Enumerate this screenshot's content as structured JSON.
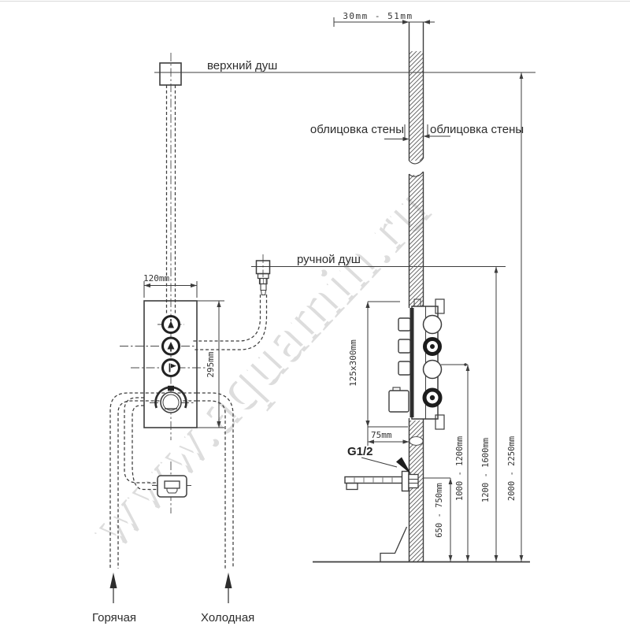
{
  "diagram": {
    "watermark": "www.aquamin.ru",
    "labels": {
      "wall_thickness": "30mm - 51mm",
      "overhead_shower": "верхний душ",
      "wall_cladding_left": "облицовка стены",
      "wall_cladding_right": "облицовка стены",
      "hand_shower": "ручной душ",
      "panel_width": "120mm",
      "panel_height": "295mm",
      "recess_box_size": "125x300mm",
      "recess_box_depth": "75mm",
      "spout_thread": "G1/2",
      "hot_supply": "Горячая",
      "cold_supply": "Холодная"
    },
    "dimensions": {
      "spout_height": "650 - 750mm",
      "mixer_height": "1000 - 1200mm",
      "hand_shower_height": "1200 - 1600mm",
      "overhead_shower_height": "2000 - 2250mm"
    },
    "colors": {
      "line": "#3d3d3d",
      "watermark": "#d8d8d8",
      "background": "#ffffff"
    }
  }
}
